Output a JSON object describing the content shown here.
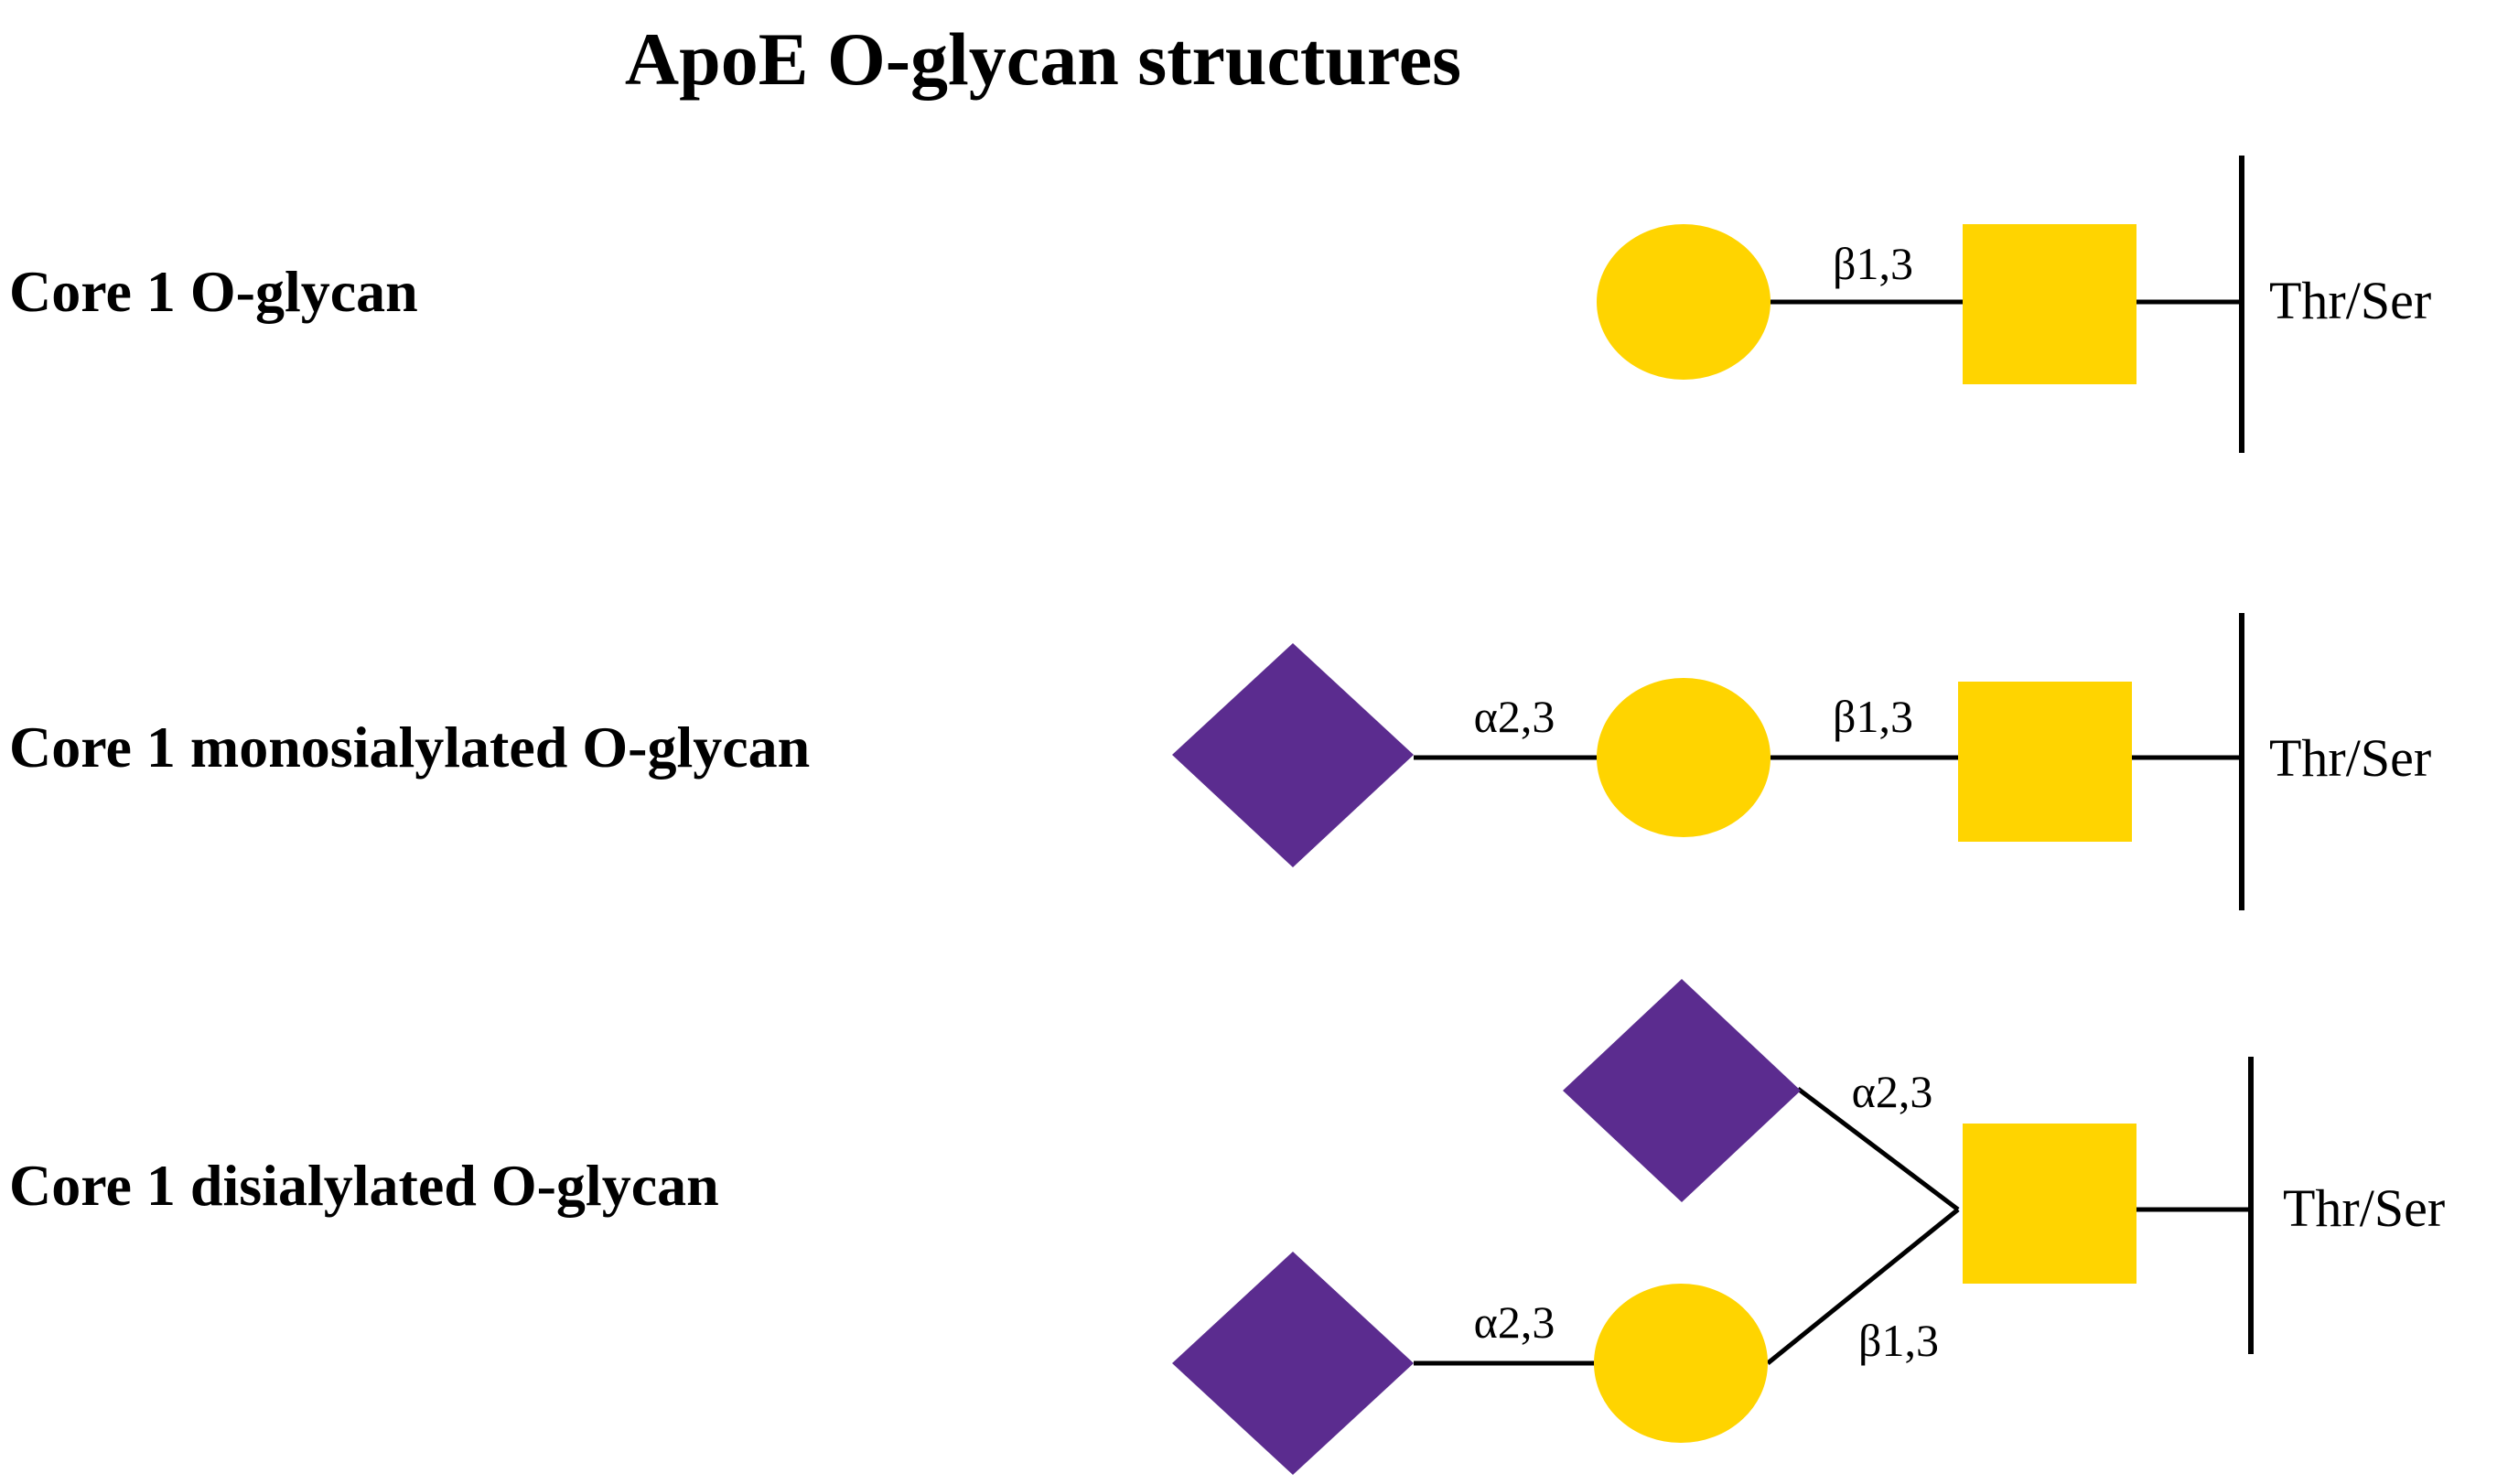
{
  "title": "ApoE O-glycan structures",
  "colors": {
    "galactose": "#FFD400",
    "galnac": "#FFD400",
    "sialic_acid": "#5B2C8F",
    "line": "#000000",
    "background": "#FFFFFF"
  },
  "symbols": {
    "galactose": "yellow-circle",
    "galnac": "yellow-square",
    "sialic_acid": "purple-diamond"
  },
  "structures": [
    {
      "label": "Core 1 O-glycan",
      "linkages": {
        "gal_galnac": "β1,3"
      },
      "attachment": "Thr/Ser"
    },
    {
      "label": "Core 1 monosialylated O-glycan",
      "linkages": {
        "sia_gal": "α2,3",
        "gal_galnac": "β1,3"
      },
      "attachment": "Thr/Ser"
    },
    {
      "label": "Core 1 disialylated O-glycan",
      "linkages": {
        "sia_galnac": "α2,3",
        "sia_gal": "α2,3",
        "gal_galnac": "β1,3"
      },
      "attachment": "Thr/Ser"
    }
  ]
}
